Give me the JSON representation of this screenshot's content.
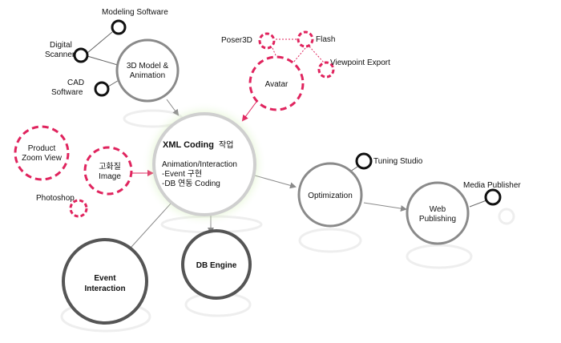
{
  "diagram": {
    "central": {
      "title": "XML Coding",
      "title_suffix": "작업",
      "line1": "Animation/Interaction",
      "line2": "-Event 구현",
      "line3": "-DB 연동 Coding"
    },
    "nodes": {
      "model": {
        "line1": "3D Model &",
        "line2": "Animation"
      },
      "modeling_software": "Modeling Software",
      "digital_scanner": {
        "line1": "Digital",
        "line2": "Scanner"
      },
      "cad_software": {
        "line1": "CAD",
        "line2": "Software"
      },
      "avatar": "Avatar",
      "poser3d": "Poser3D",
      "flash": "Flash",
      "viewpoint_export": "Viewpoint Export",
      "product_zoom": {
        "line1": "Product",
        "line2": "Zoom View"
      },
      "hq_image": {
        "line1": "고화질",
        "line2": "Image"
      },
      "photoshop": "Photoshop",
      "optimization": "Optimization",
      "tuning_studio": "Tuning Studio",
      "web_publishing": {
        "line1": "Web",
        "line2": "Publishing"
      },
      "media_publisher": "Media Publisher",
      "event_interaction": {
        "line1": "Event",
        "line2": "Interaction"
      },
      "db_engine": "DB Engine"
    },
    "colors": {
      "gray_ring": "#8a8a8a",
      "pink_dash": "#e0245e",
      "black_ring": "#111111",
      "glow": "#8fd14f"
    }
  }
}
